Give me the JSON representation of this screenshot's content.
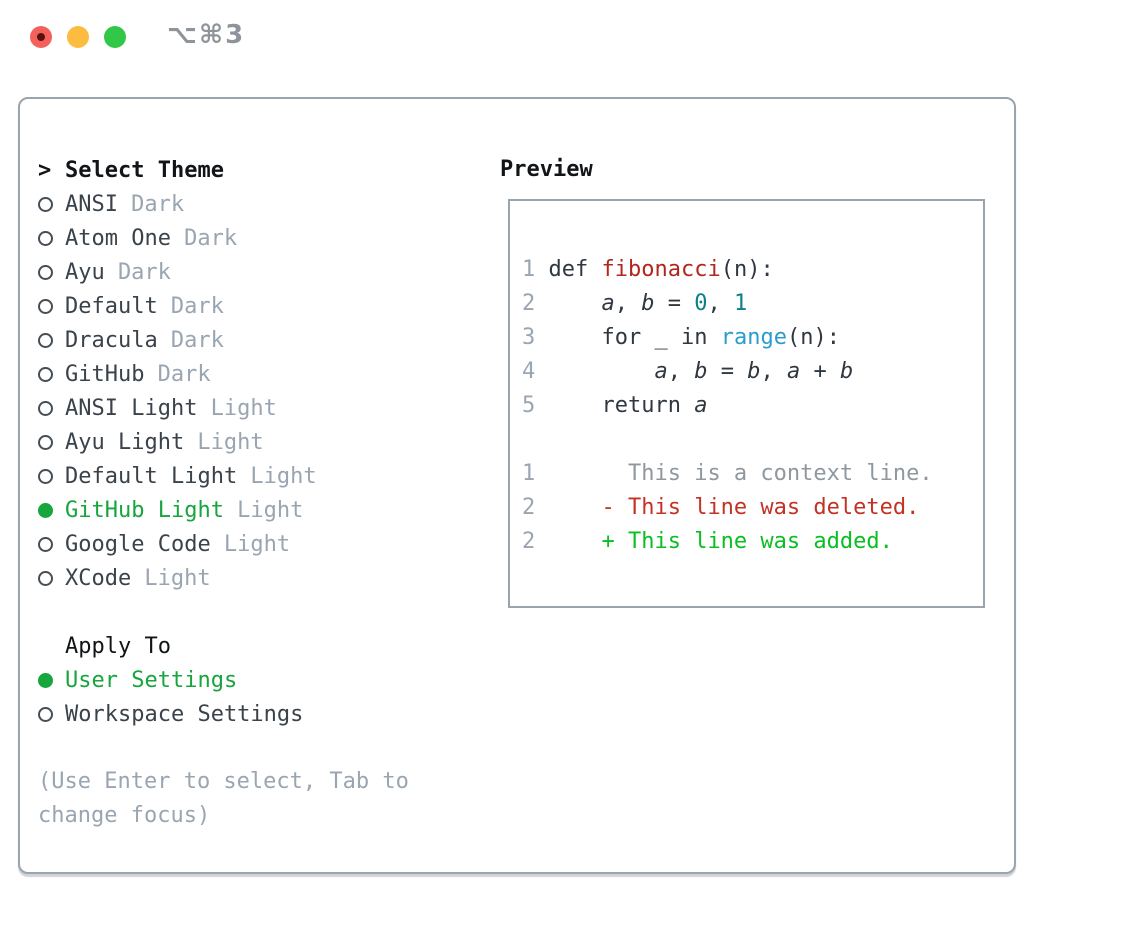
{
  "window": {
    "shortcut_label": "⌥⌘3",
    "traffic_lights": [
      "close",
      "minimize",
      "zoom"
    ]
  },
  "colors": {
    "accent_green": "#17a53d",
    "added_green": "#0abf22",
    "deleted_red": "#c43223",
    "function_red": "#b1261d",
    "number_teal": "#0b8087",
    "builtin_blue": "#2b9cce",
    "muted_gray": "#9aa5b2",
    "text_dark": "#3a424a",
    "border_gray": "#9aa4ae"
  },
  "theme_menu": {
    "focus_indicator": ">",
    "header": "Select Theme",
    "items": [
      {
        "name": "ANSI",
        "variant": "Dark",
        "selected": false
      },
      {
        "name": "Atom One",
        "variant": "Dark",
        "selected": false
      },
      {
        "name": "Ayu",
        "variant": "Dark",
        "selected": false
      },
      {
        "name": "Default",
        "variant": "Dark",
        "selected": false
      },
      {
        "name": "Dracula",
        "variant": "Dark",
        "selected": false
      },
      {
        "name": "GitHub",
        "variant": "Dark",
        "selected": false
      },
      {
        "name": "ANSI Light",
        "variant": "Light",
        "selected": false
      },
      {
        "name": "Ayu Light",
        "variant": "Light",
        "selected": false
      },
      {
        "name": "Default Light",
        "variant": "Light",
        "selected": false
      },
      {
        "name": "GitHub Light",
        "variant": "Light",
        "selected": true
      },
      {
        "name": "Google Code",
        "variant": "Light",
        "selected": false
      },
      {
        "name": "XCode",
        "variant": "Light",
        "selected": false
      }
    ]
  },
  "apply_to": {
    "header": "Apply To",
    "options": [
      {
        "name": "User Settings",
        "selected": true
      },
      {
        "name": "Workspace Settings",
        "selected": false
      }
    ]
  },
  "hint": "(Use Enter to select, Tab to change focus)",
  "preview": {
    "header": "Preview",
    "code_lines": [
      {
        "num": "1",
        "segments": [
          {
            "t": "def ",
            "c": "kw"
          },
          {
            "t": "fibonacci",
            "c": "fn"
          },
          {
            "t": "(n):",
            "c": "pl"
          }
        ]
      },
      {
        "num": "2",
        "segments": [
          {
            "t": "    ",
            "c": "pl"
          },
          {
            "t": "a",
            "c": "var"
          },
          {
            "t": ", ",
            "c": "pl"
          },
          {
            "t": "b",
            "c": "var"
          },
          {
            "t": " = ",
            "c": "pl"
          },
          {
            "t": "0",
            "c": "num"
          },
          {
            "t": ", ",
            "c": "pl"
          },
          {
            "t": "1",
            "c": "num"
          }
        ]
      },
      {
        "num": "3",
        "segments": [
          {
            "t": "    ",
            "c": "pl"
          },
          {
            "t": "for",
            "c": "kw"
          },
          {
            "t": " _ ",
            "c": "pl"
          },
          {
            "t": "in",
            "c": "kw"
          },
          {
            "t": " ",
            "c": "pl"
          },
          {
            "t": "range",
            "c": "builtin"
          },
          {
            "t": "(n):",
            "c": "pl"
          }
        ]
      },
      {
        "num": "4",
        "segments": [
          {
            "t": "        ",
            "c": "pl"
          },
          {
            "t": "a",
            "c": "var"
          },
          {
            "t": ", ",
            "c": "pl"
          },
          {
            "t": "b",
            "c": "var"
          },
          {
            "t": " = ",
            "c": "pl"
          },
          {
            "t": "b",
            "c": "var"
          },
          {
            "t": ", ",
            "c": "pl"
          },
          {
            "t": "a",
            "c": "var"
          },
          {
            "t": " + ",
            "c": "pl"
          },
          {
            "t": "b",
            "c": "var"
          }
        ]
      },
      {
        "num": "5",
        "segments": [
          {
            "t": "    ",
            "c": "pl"
          },
          {
            "t": "return",
            "c": "kw"
          },
          {
            "t": " ",
            "c": "pl"
          },
          {
            "t": "a",
            "c": "var"
          }
        ]
      }
    ],
    "diff_lines": [
      {
        "num": "1",
        "type": "context",
        "text": "      This is a context line."
      },
      {
        "num": "2",
        "type": "deleted",
        "text": "    - This line was deleted."
      },
      {
        "num": "2",
        "type": "added",
        "text": "    + This line was added."
      }
    ]
  }
}
